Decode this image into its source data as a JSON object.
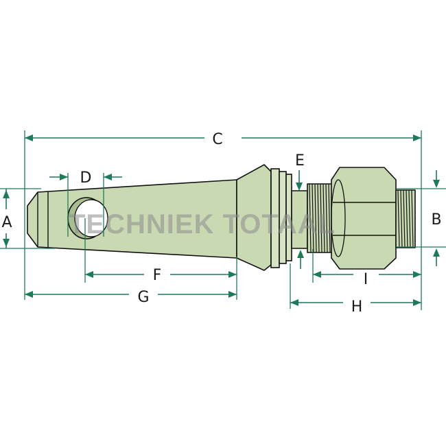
{
  "watermark": "TECHNIEK TOTAAL",
  "colors": {
    "dimension_line": "#1f7a57",
    "part_fill": "#c9dab3",
    "outline": "#111111"
  },
  "labels": {
    "A": "A",
    "B": "B",
    "C": "C",
    "D": "D",
    "E": "E",
    "F": "F",
    "G": "G",
    "H": "H",
    "I": "I"
  }
}
